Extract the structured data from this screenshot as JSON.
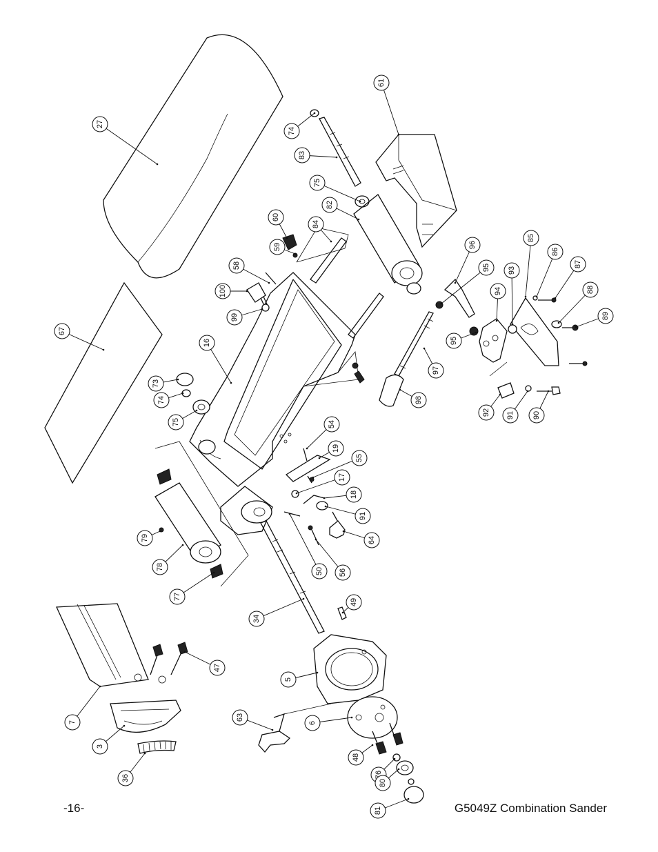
{
  "footer": {
    "page_number": "-16-",
    "manual_title": "G5049Z Combination Sander"
  },
  "callouts": [
    {
      "id": "c27",
      "label": "27"
    },
    {
      "id": "c61",
      "label": "61"
    },
    {
      "id": "c74a",
      "label": "74"
    },
    {
      "id": "c83",
      "label": "83"
    },
    {
      "id": "c75a",
      "label": "75"
    },
    {
      "id": "c82",
      "label": "82"
    },
    {
      "id": "c84",
      "label": "84"
    },
    {
      "id": "c60",
      "label": "60"
    },
    {
      "id": "c59",
      "label": "59"
    },
    {
      "id": "c58",
      "label": "58"
    },
    {
      "id": "c100",
      "label": "100"
    },
    {
      "id": "c99",
      "label": "99"
    },
    {
      "id": "c96",
      "label": "96"
    },
    {
      "id": "c85",
      "label": "85"
    },
    {
      "id": "c86",
      "label": "86"
    },
    {
      "id": "c87",
      "label": "87"
    },
    {
      "id": "c95a",
      "label": "95"
    },
    {
      "id": "c93",
      "label": "93"
    },
    {
      "id": "c94",
      "label": "94"
    },
    {
      "id": "c88",
      "label": "88"
    },
    {
      "id": "c89",
      "label": "89"
    },
    {
      "id": "c95b",
      "label": "95"
    },
    {
      "id": "c97",
      "label": "97"
    },
    {
      "id": "c98",
      "label": "98"
    },
    {
      "id": "c92",
      "label": "92"
    },
    {
      "id": "c91a",
      "label": "91"
    },
    {
      "id": "c90",
      "label": "90"
    },
    {
      "id": "c67",
      "label": "67"
    },
    {
      "id": "c16",
      "label": "16"
    },
    {
      "id": "c73",
      "label": "73"
    },
    {
      "id": "c74b",
      "label": "74"
    },
    {
      "id": "c75b",
      "label": "75"
    },
    {
      "id": "c54",
      "label": "54"
    },
    {
      "id": "c19",
      "label": "19"
    },
    {
      "id": "c55",
      "label": "55"
    },
    {
      "id": "c17",
      "label": "17"
    },
    {
      "id": "c18",
      "label": "18"
    },
    {
      "id": "c91b",
      "label": "91"
    },
    {
      "id": "c64",
      "label": "64"
    },
    {
      "id": "c79",
      "label": "79"
    },
    {
      "id": "c78",
      "label": "78"
    },
    {
      "id": "c77",
      "label": "77"
    },
    {
      "id": "c50",
      "label": "50"
    },
    {
      "id": "c56",
      "label": "56"
    },
    {
      "id": "c34",
      "label": "34"
    },
    {
      "id": "c49",
      "label": "49"
    },
    {
      "id": "c47",
      "label": "47"
    },
    {
      "id": "c5",
      "label": "5"
    },
    {
      "id": "c7",
      "label": "7"
    },
    {
      "id": "c63",
      "label": "63"
    },
    {
      "id": "c6",
      "label": "6"
    },
    {
      "id": "c3",
      "label": "3"
    },
    {
      "id": "c48",
      "label": "48"
    },
    {
      "id": "c76",
      "label": "76"
    },
    {
      "id": "c80",
      "label": "80"
    },
    {
      "id": "c36",
      "label": "36"
    },
    {
      "id": "c81",
      "label": "81"
    }
  ]
}
